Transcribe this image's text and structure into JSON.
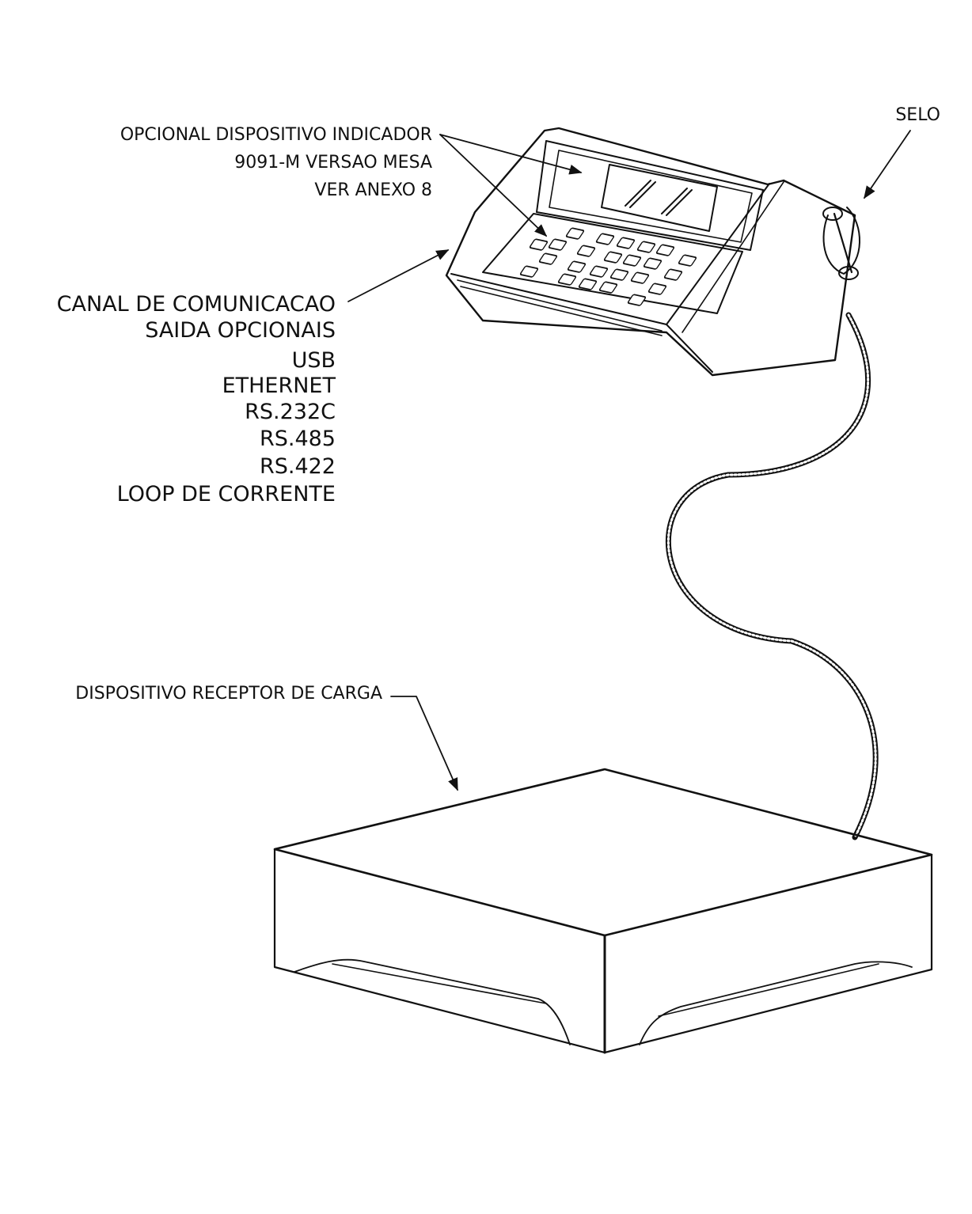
{
  "labels": {
    "indicator": {
      "line1": "OPCIONAL DISPOSITIVO INDICADOR",
      "line2": "9091-M VERSAO MESA",
      "line3": "VER ANEXO 8"
    },
    "seal": "SELO",
    "comm": {
      "title": "CANAL DE COMUNICACAO",
      "subtitle": "SAIDA OPCIONAIS",
      "items": [
        "USB",
        "ETHERNET",
        "RS.232C",
        "RS.485",
        "RS.422",
        "LOOP DE CORRENTE"
      ]
    },
    "receiver": "DISPOSITIVO RECEPTOR DE CARGA"
  },
  "colors": {
    "ink": "#111111",
    "paper": "#ffffff"
  }
}
